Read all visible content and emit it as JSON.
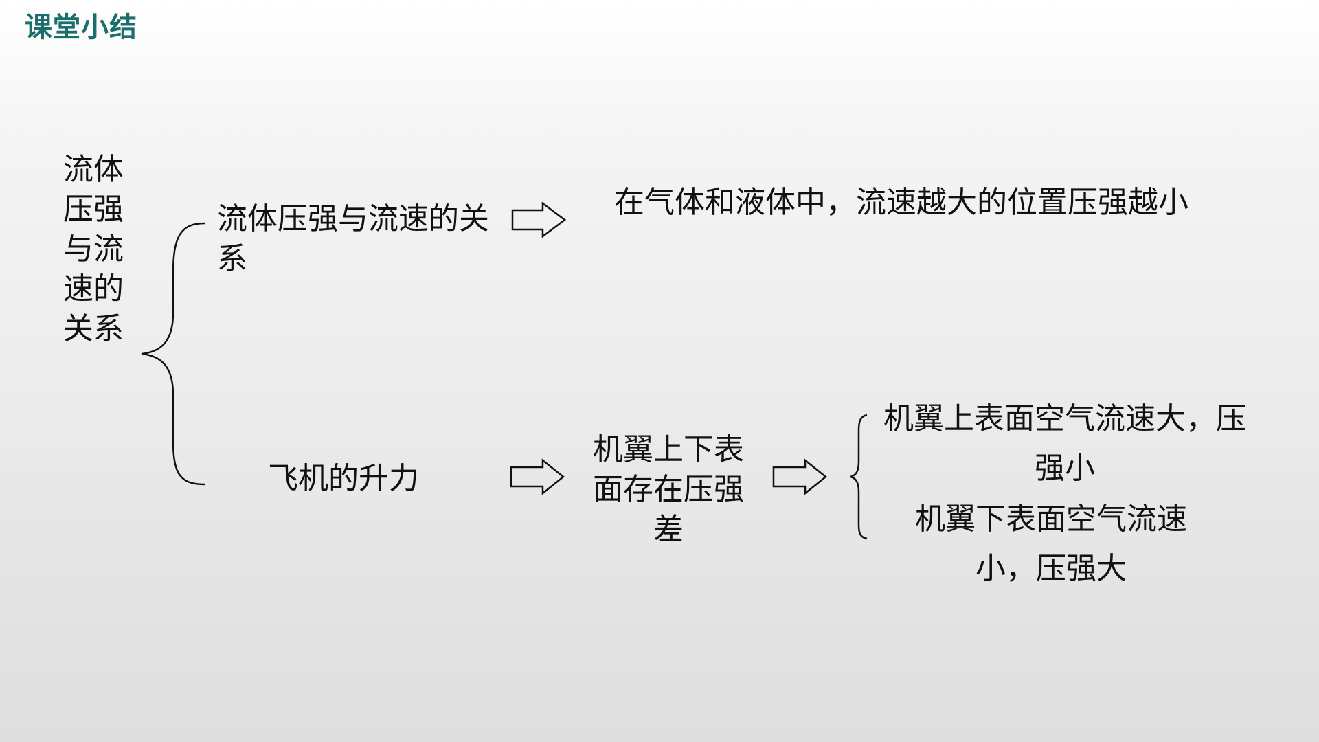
{
  "header": {
    "title": "课堂小结"
  },
  "diagram": {
    "root": "流体压强与流速的关系",
    "branch1": {
      "label": "流体压强与流速的关系",
      "result": "在气体和液体中，流速越大的位置压强越小"
    },
    "branch2": {
      "label": "飞机的升力",
      "intermediate": "机翼上下表面存在压强差",
      "outcomes": [
        "机翼上表面空气流速大，压强小",
        "机翼下表面空气流速小，压强大"
      ]
    }
  },
  "colors": {
    "title": "#1a6f6a",
    "text": "#111111",
    "lines": "#111111"
  }
}
